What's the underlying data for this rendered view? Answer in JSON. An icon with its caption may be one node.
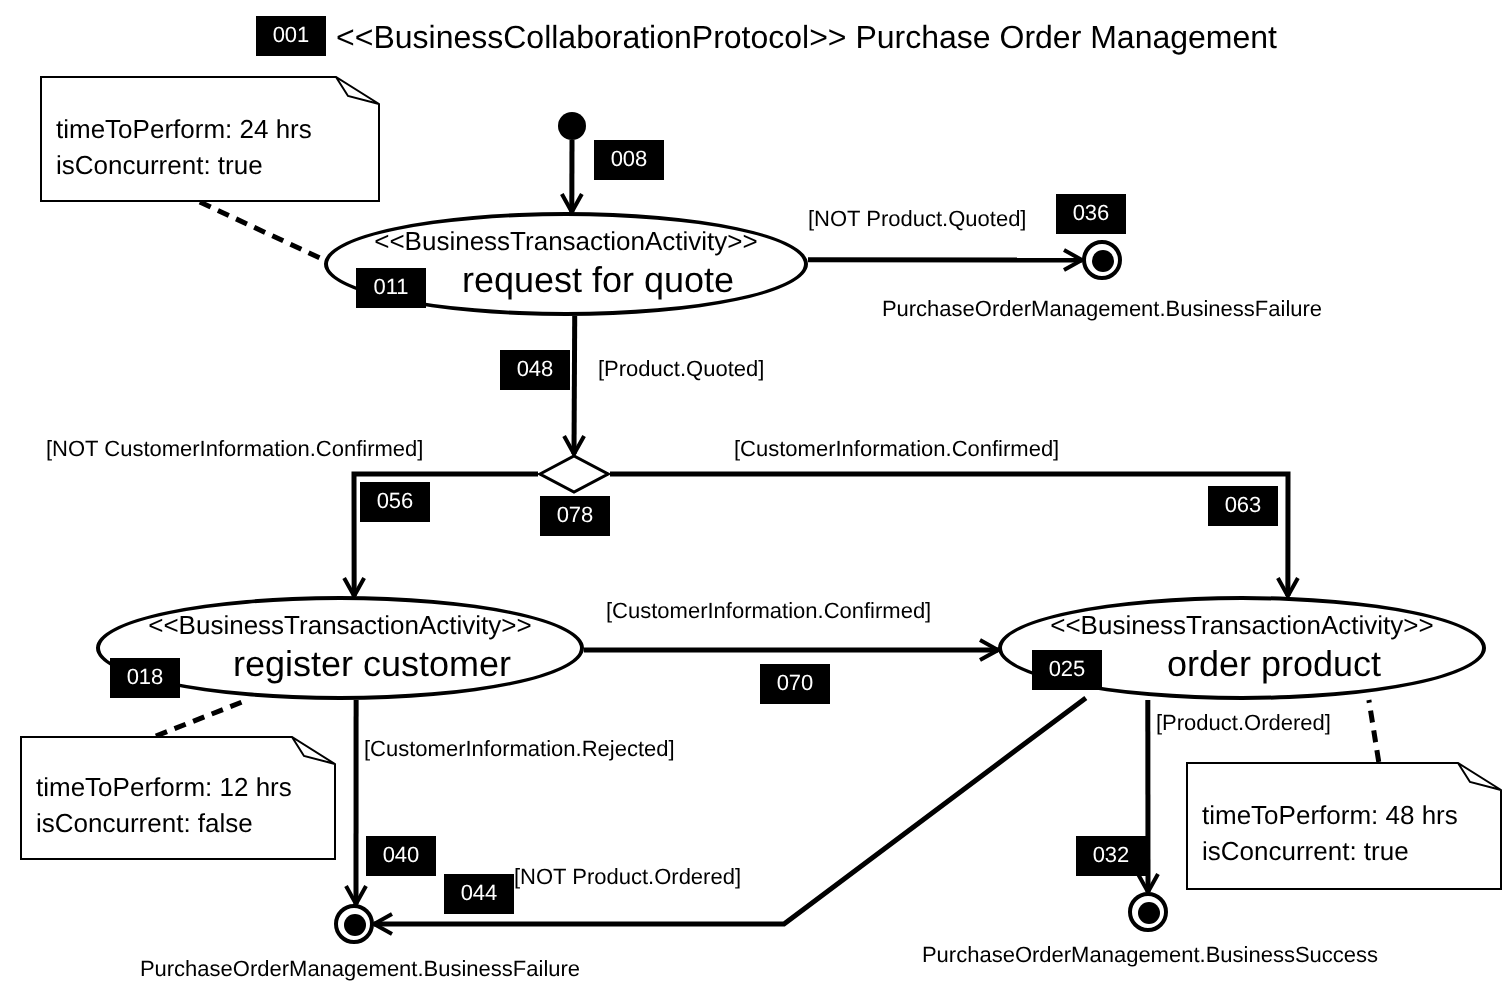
{
  "diagram": {
    "title": "<<BusinessCollaborationProtocol>> Purchase Order Management",
    "nodes": [
      {
        "text": [],
        "shape": "circle"
      },
      {
        "text": [
          "<<BusinessTransactionActivity>>",
          "request for quote"
        ]
      },
      {
        "text": [
          "timeToPerform: 24 hrs",
          "isConcurrent: true"
        ]
      },
      {
        "text": [],
        "shape": "circle",
        "beside": [
          "PurchaseOrderManagement.BusinessFailure"
        ]
      },
      {
        "text": [],
        "shape": "diamond"
      },
      {
        "text": [
          "<<BusinessTransactionActivity>>",
          "register customer"
        ]
      },
      {
        "text": [
          "timeToPerform: 12 hrs",
          "isConcurrent: false"
        ]
      },
      {
        "text": [
          "<<BusinessTransactionActivity>>",
          "order product"
        ]
      },
      {
        "text": [
          "timeToPerform: 48 hrs",
          "isConcurrent: true"
        ]
      },
      {
        "text": [],
        "shape": "circle",
        "beside": [
          "PurchaseOrderManagement.BusinessFailure"
        ]
      },
      {
        "text": [],
        "shape": "circle",
        "beside": [
          "PurchaseOrderManagement.BusinessSuccess"
        ]
      }
    ],
    "edges": [
      {
        "from": 0,
        "to": 1,
        "arrow": "to"
      },
      {
        "from": 1,
        "to": 3,
        "arrow": "to",
        "label": "[NOT Product.Quoted]"
      },
      {
        "from": 1,
        "to": 4,
        "arrow": "to",
        "label": "[Product.Quoted]"
      },
      {
        "from": 4,
        "to": 5,
        "arrow": "to",
        "label": "[NOT CustomerInformation.Confirmed]"
      },
      {
        "from": 4,
        "to": 7,
        "arrow": "to",
        "label": "[CustomerInformation.Confirmed]"
      },
      {
        "from": 5,
        "to": 7,
        "arrow": "to",
        "label": "[CustomerInformation.Confirmed]"
      },
      {
        "from": 5,
        "to": 9,
        "arrow": "to",
        "label": "[CustomerInformation.Rejected]"
      },
      {
        "from": 7,
        "to": 9,
        "arrow": "to",
        "label": "[NOT Product.Ordered]"
      },
      {
        "from": 7,
        "to": 10,
        "arrow": "to",
        "label": "[Product.Ordered]"
      },
      {
        "from": 2,
        "to": 1,
        "arrow": "none",
        "style": "dashed"
      },
      {
        "from": 6,
        "to": 5,
        "arrow": "none",
        "style": "dashed"
      },
      {
        "from": 8,
        "to": 7,
        "arrow": "none",
        "style": "dashed"
      }
    ],
    "labels": [
      "001",
      "008",
      "036",
      "011",
      "048",
      "078",
      "056",
      "063",
      "018",
      "070",
      "025",
      "040",
      "044",
      "032"
    ]
  }
}
